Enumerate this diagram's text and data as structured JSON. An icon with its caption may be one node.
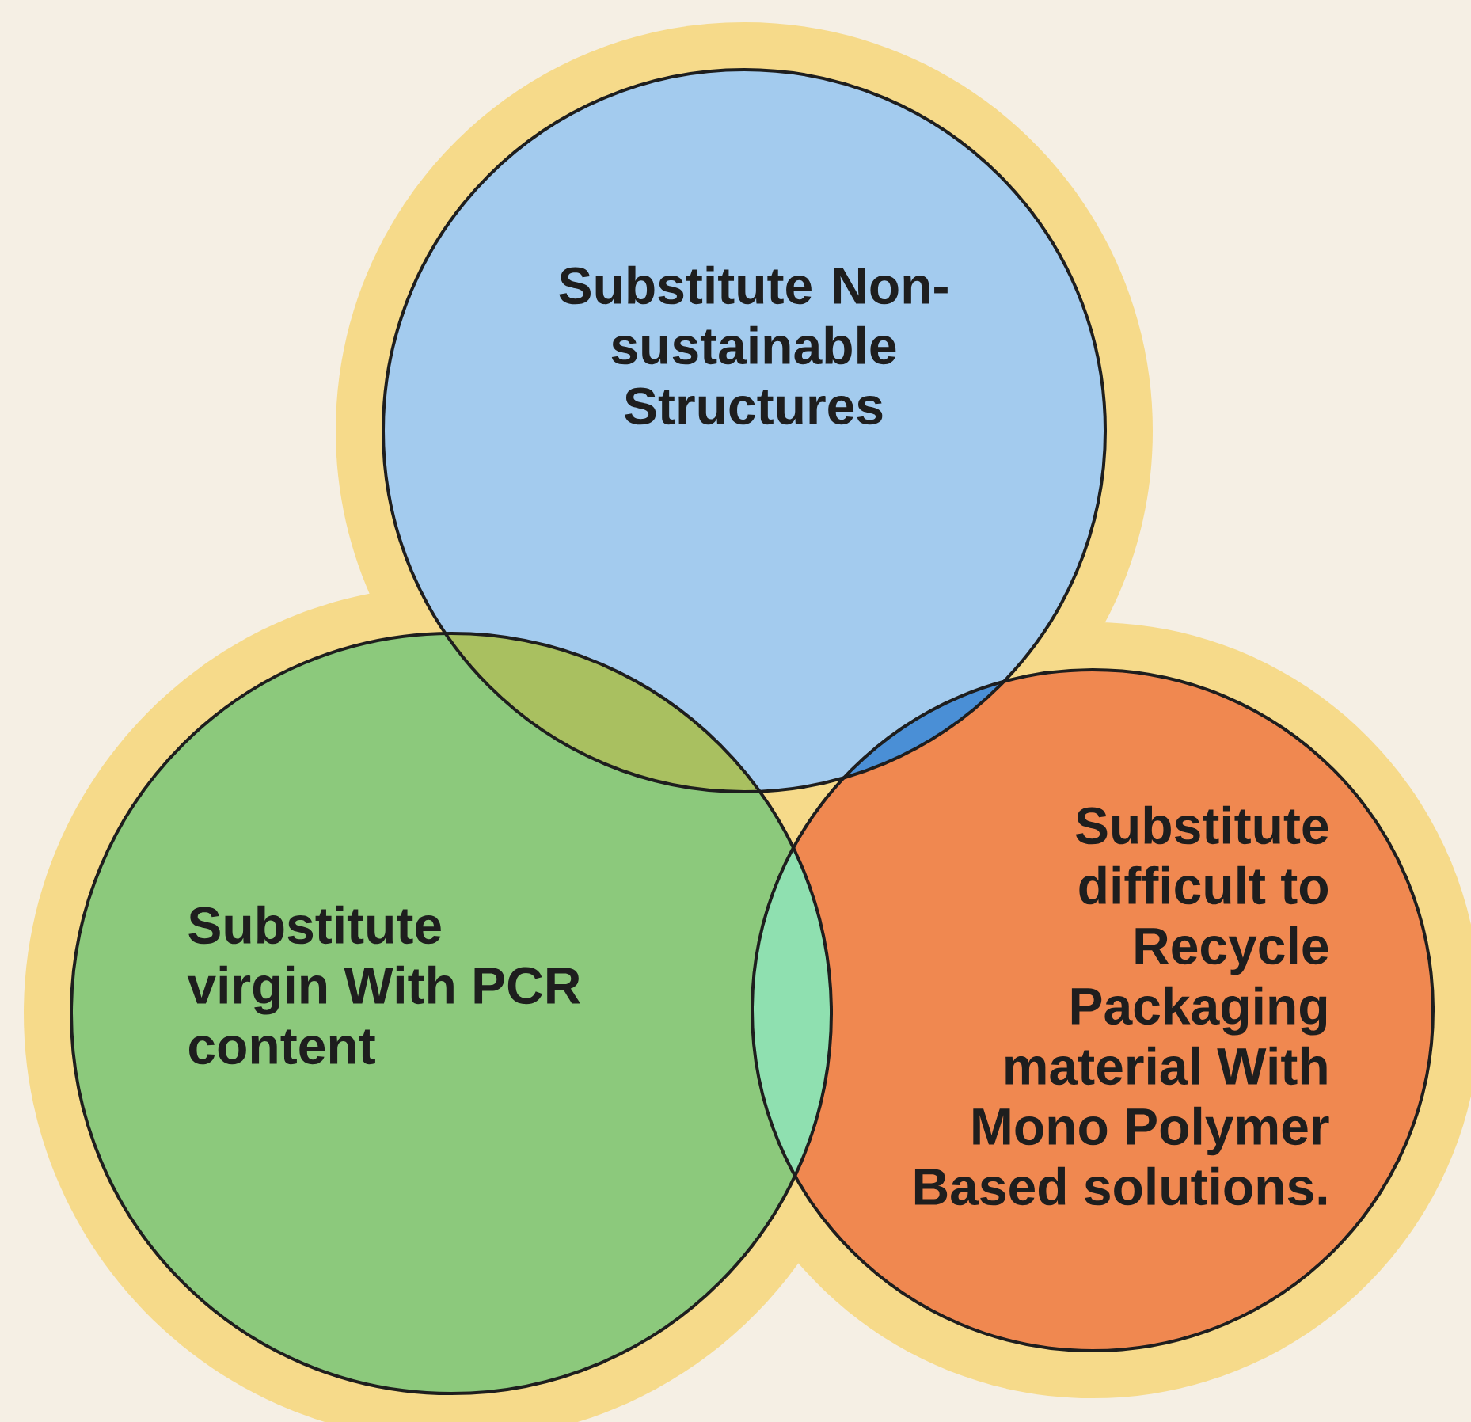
{
  "diagram": {
    "nodes": [
      {
        "text": [
          "Substitute Non-sustainable Structures"
        ]
      },
      {
        "text": [
          "Substitute virgin With PCR content"
        ]
      },
      {
        "text": [
          "Substitute difficult to Recycle Packaging material With Mono Polymer Based solutions."
        ]
      }
    ]
  }
}
